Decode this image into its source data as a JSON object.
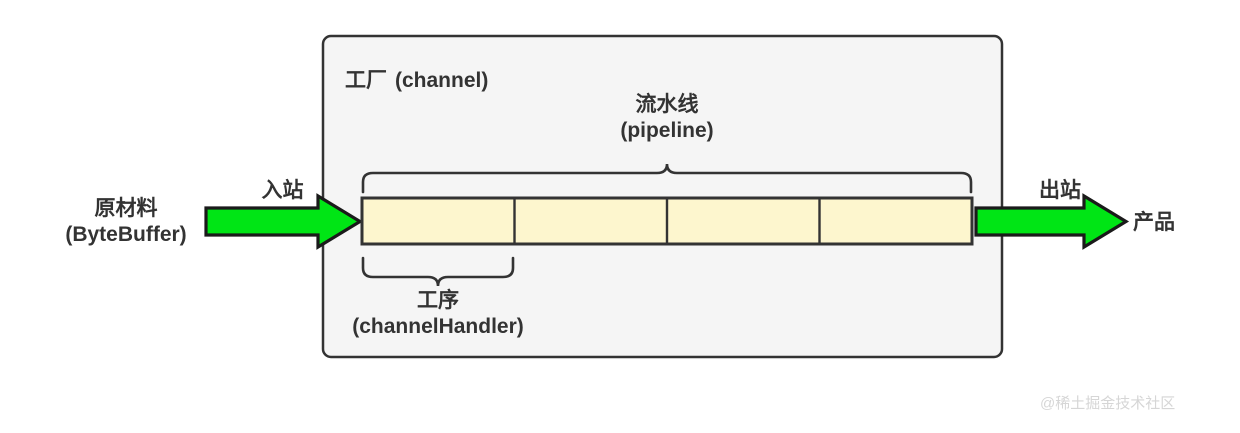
{
  "diagram": {
    "title_label": "工厂（channel）",
    "container": {
      "name": "channel-container",
      "label_cn": "工厂",
      "label_en": "(channel)",
      "label": "工厂（channel）",
      "fill": "#F5F5F5",
      "stroke": "#333333"
    },
    "pipeline": {
      "label_line1": "流水线",
      "label_line2": "(pipeline)",
      "brace_name": "pipeline-brace",
      "segment_count": 4,
      "segments": [
        {
          "index": 1,
          "label": ""
        },
        {
          "index": 2,
          "label": ""
        },
        {
          "index": 3,
          "label": ""
        },
        {
          "index": 4,
          "label": ""
        }
      ],
      "fill": "#FDF6CE",
      "stroke": "#333333"
    },
    "handler": {
      "label_line1": "工序",
      "label_line2": "(channelHandler)",
      "brace_name": "handler-brace"
    },
    "inbound": {
      "arrow_label": "入站",
      "source_line1": "原材料",
      "source_line2": "(ByteBuffer)",
      "arrow_color": "#00E515"
    },
    "outbound": {
      "arrow_label": "出站",
      "target_label": "产品",
      "arrow_color": "#00E515"
    },
    "watermark": "@稀土掘金技术社区",
    "colors": {
      "arrow_green": "#00E515",
      "arrow_outline": "#1A1A1A",
      "box_yellow": "#FDF6CE",
      "panel_gray": "#F5F5F5",
      "text_dark": "#333333",
      "watermark_gray": "#D6D6D6"
    }
  }
}
